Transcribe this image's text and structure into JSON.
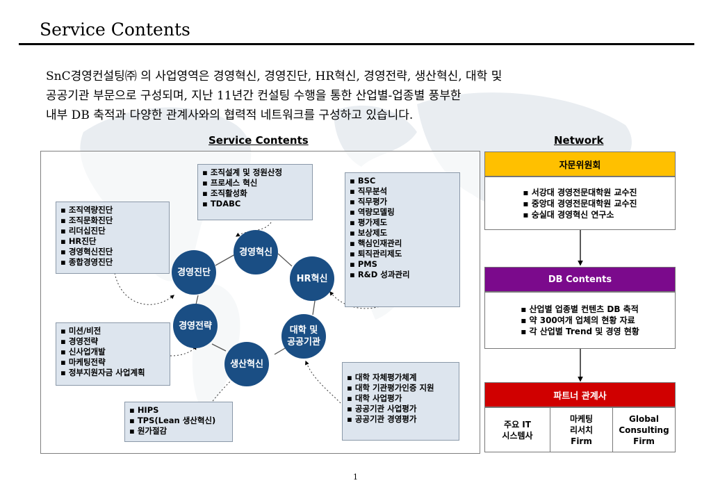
{
  "header": {
    "title": "Service Contents"
  },
  "intro": {
    "lines": [
      "SnC경영컨설팅㈜ 의 사업영역은 경영혁신, 경영진단, HR혁신, 경영전략, 생산혁신, 대학 및",
      "공공기관 부문으로 구성되며, 지난 11년간 컨설팅 수행을 통한 산업별-업종별 풍부한",
      "내부 DB 축적과 다양한 관계사와의 협력적 네트워크를 구성하고 있습니다."
    ]
  },
  "service": {
    "heading": "Service Contents",
    "circles": {
      "innovation": "경영혁신",
      "diagnosis": "경영진단",
      "hr": "HR혁신",
      "strategy": "경영전략",
      "university": "대학 및\n공공기관",
      "production": "생산혁신"
    },
    "boxes": {
      "innovation": [
        "조직설계 및 정원산정",
        "프로세스 혁신",
        "조직활성화",
        "TDABC"
      ],
      "diagnosis": [
        "조직역량진단",
        "조직문화진단",
        "리더십진단",
        "HR진단",
        "경영혁신진단",
        "종합경영진단"
      ],
      "hr": [
        "BSC",
        "직무분석",
        "직무평가",
        "역량모델링",
        "평가제도",
        "보상제도",
        "핵심인재관리",
        "퇴직관리제도",
        "PMS",
        "R&D 성과관리"
      ],
      "strategy": [
        "미션/비전",
        "경영전략",
        "신사업개발",
        "마케팅전략",
        "정부지원자금 사업계획"
      ],
      "production": [
        "HIPS",
        "TPS(Lean 생산혁신)",
        "원가절감"
      ],
      "university": [
        "대학 자체평가체계",
        "대학 기관평가인증 지원",
        "대학 사업평가",
        "공공기관 사업평가",
        "공공기관 경영평가"
      ]
    }
  },
  "network": {
    "heading": "Network",
    "advisory": {
      "title": "자문위원회",
      "color": "#ffc000",
      "items": [
        "서강대 경영전문대학원 교수진",
        "중앙대 경영전문대학원 교수진",
        "숭실대 경영혁신 연구소"
      ]
    },
    "db": {
      "title": "DB Contents",
      "color": "#7b0a8c",
      "items": [
        "산업별 업종별 컨텐츠 DB 축적",
        "약 300여개 업체의 현황 자료",
        "각 산업별 Trend 및 경영 현황"
      ]
    },
    "partners": {
      "title": "파트너 관계사",
      "color": "#d00000",
      "cells": [
        "주요 IT\n시스템사",
        "마케팅\n리서치\nFirm",
        "Global\nConsulting\nFirm"
      ]
    }
  },
  "footer": {
    "page": "1"
  }
}
